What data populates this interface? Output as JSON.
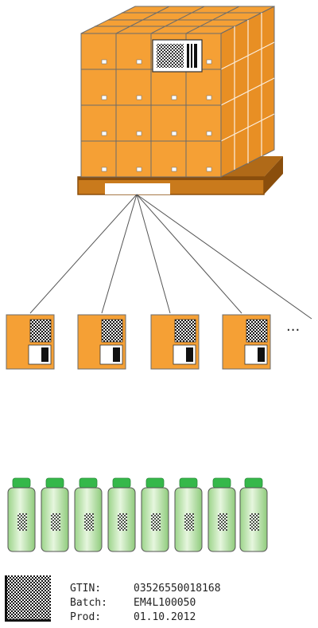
{
  "colors": {
    "box": "#F5A035",
    "box_dark": "#D47A12",
    "pallet": "#C97A1C",
    "pallet_dark": "#8A4E0C",
    "bottle_body": "#C7E8B8",
    "bottle_cap": "#35B84A",
    "line": "#555555"
  },
  "diagram": {
    "levels": [
      "pallet",
      "cases",
      "bottles",
      "label"
    ],
    "case_count_visible": 4,
    "bottle_count": 8,
    "more_indicator": "···"
  },
  "label": {
    "rows": [
      {
        "key": "GTIN:",
        "value": "03526550018168"
      },
      {
        "key": "Batch:",
        "value": "EM4L100050"
      },
      {
        "key": "Prod:",
        "value": "01.10.2012"
      }
    ]
  }
}
